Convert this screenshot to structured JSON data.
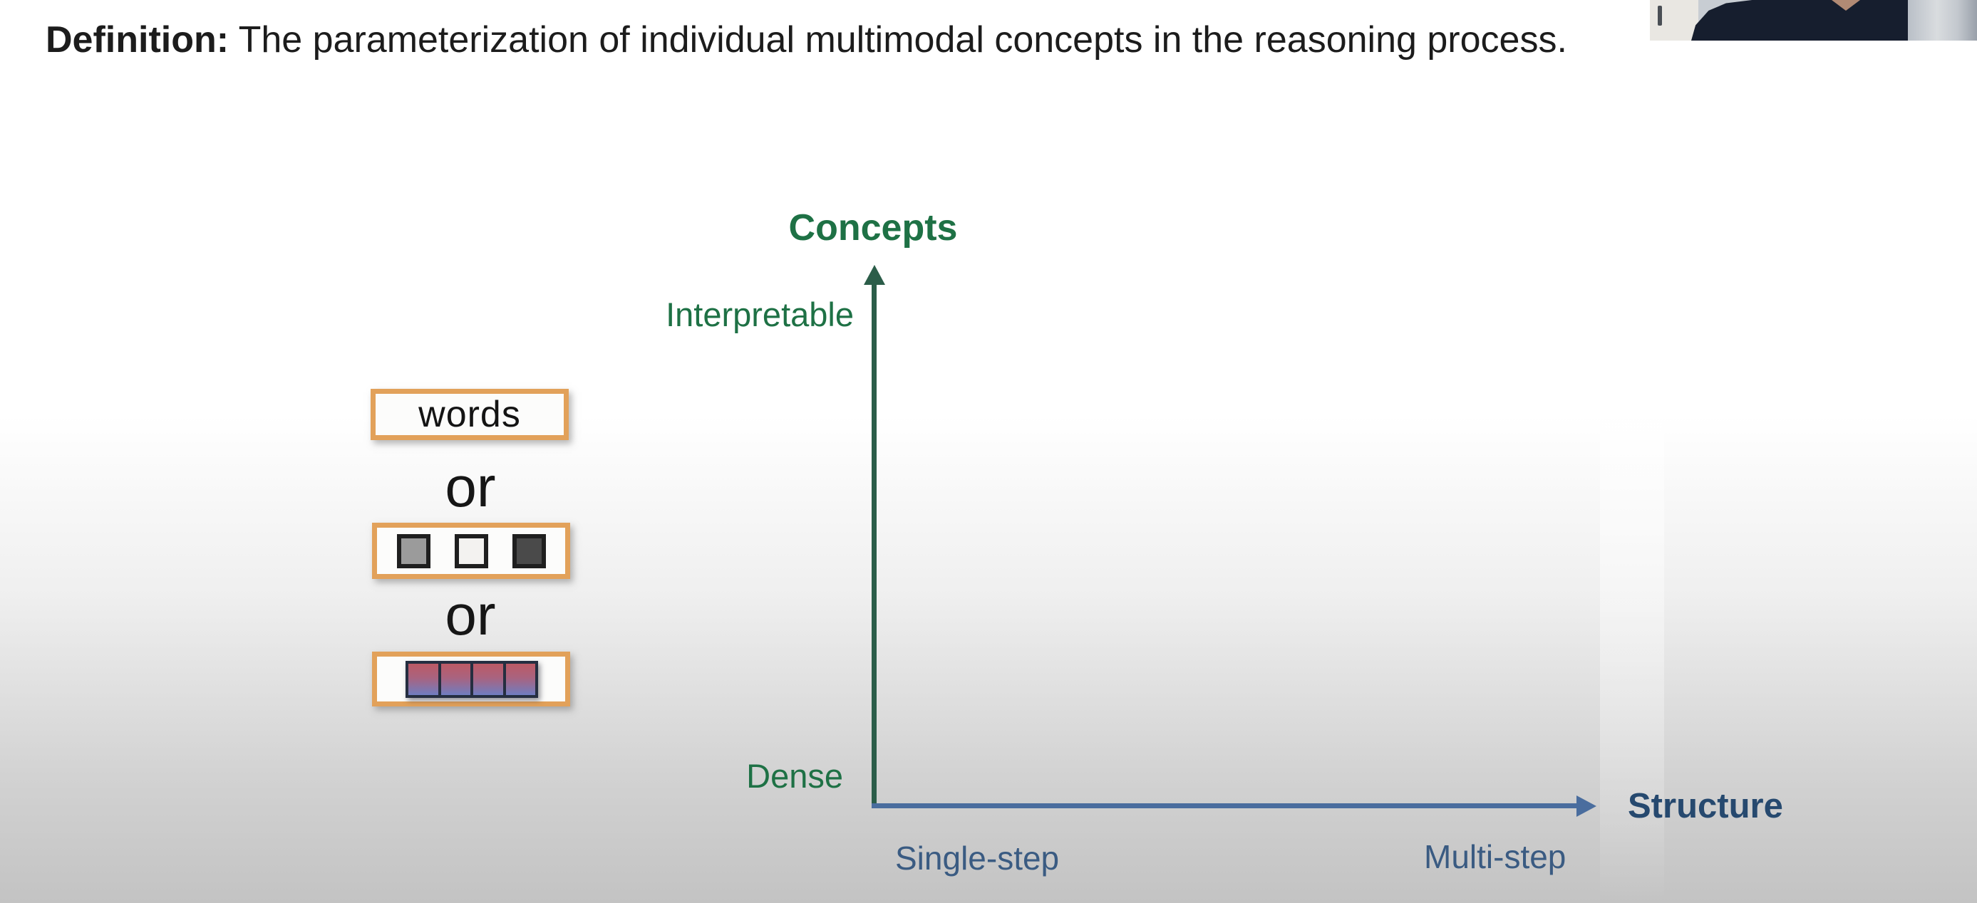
{
  "definition": {
    "label": "Definition:",
    "text": " The parameterization of individual multimodal concepts in the reasoning process."
  },
  "concept_options": {
    "words_label": "words",
    "or_label_1": "or",
    "or_label_2": "or",
    "box_border_color": "#e2a15a",
    "token_squares": [
      {
        "name": "gray",
        "fill": "#9b9b9b"
      },
      {
        "name": "white",
        "fill": "#f3f2f0"
      },
      {
        "name": "dark-gray",
        "fill": "#4a4a4a"
      }
    ],
    "embedding_vector": {
      "cells": 4,
      "gradient_top": "#bc5a65",
      "gradient_bottom": "#6f7dc1",
      "border_color": "#252e40"
    }
  },
  "diagram": {
    "y_axis": {
      "title": "Concepts",
      "high_label": "Interpretable",
      "low_label": "Dense",
      "color": "#1e7145",
      "line_color": "#2b5d49"
    },
    "x_axis": {
      "title": "Structure",
      "near_label": "Single-step",
      "far_label": "Multi-step",
      "title_color": "#26496f",
      "label_color": "#3a5b82",
      "line_color": "#4a6d9e"
    }
  },
  "webcam_overlay": {
    "person_color": "#161e2e",
    "wall_left_color": "#e9e7e2",
    "wall_right_color": "#c7ccd2"
  }
}
